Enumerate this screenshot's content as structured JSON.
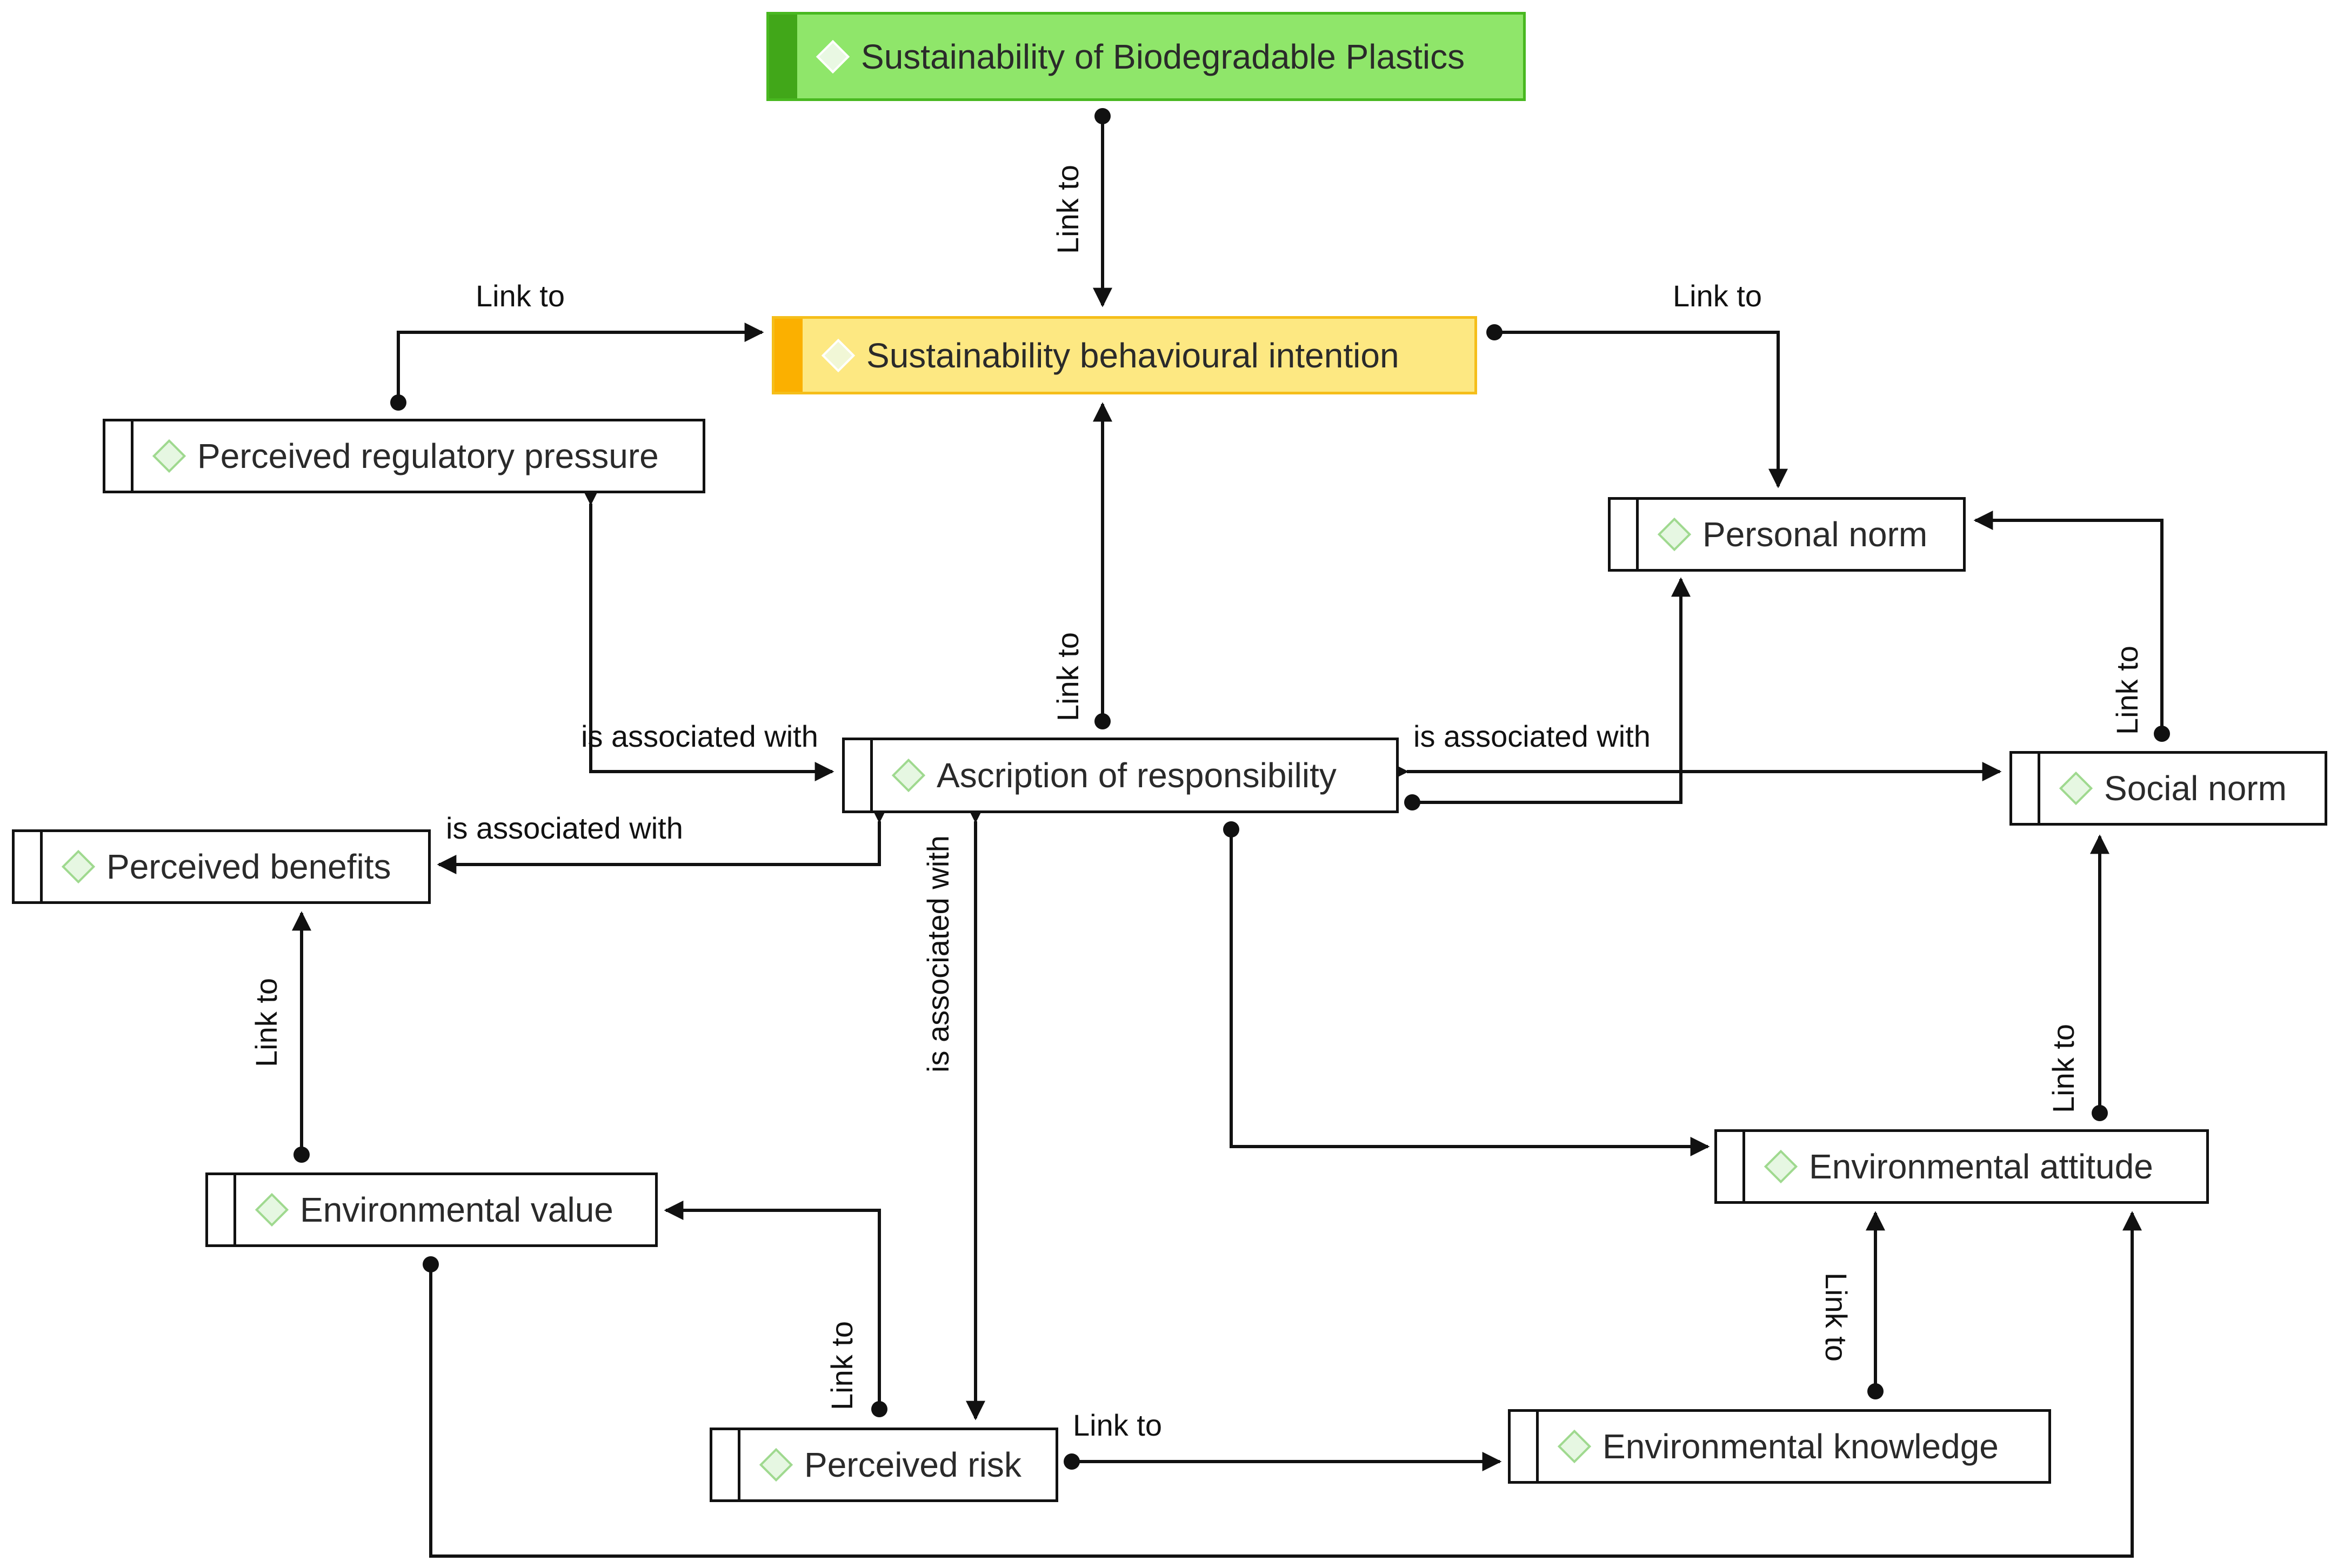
{
  "nodes": {
    "root": "Sustainability of Biodegradable Plastics",
    "intention": "Sustainability behavioural intention",
    "regulatory": "Perceived regulatory pressure",
    "personal_norm": "Personal norm",
    "ascription": "Ascription of responsibility",
    "social_norm": "Social norm",
    "benefits": "Perceived benefits",
    "env_value": "Environmental value",
    "env_attitude": "Environmental attitude",
    "risk": "Perceived risk",
    "env_knowledge": "Environmental knowledge"
  },
  "edges": {
    "root_intention": "Link to",
    "regulatory_intention": "Link to",
    "intention_personal": "Link to",
    "ascription_intention": "Link to",
    "ascription_regulatory": "is associated with",
    "ascription_personal_social": "is associated with",
    "social_personal": "Link to",
    "ascription_benefits": "is associated with",
    "ascription_risk": "is associated with",
    "value_benefits": "Link to",
    "attitude_social": "Link to",
    "risk_value": "Link to",
    "risk_knowledge": "Link to",
    "knowledge_attitude": "Link to"
  },
  "colors": {
    "root_fill": "#8fe66a",
    "root_strip": "#41a719",
    "goal_fill": "#fde882",
    "goal_strip": "#fbb000",
    "line": "#111111",
    "icon": "#9fd98f"
  },
  "icon": "diamond-icon"
}
